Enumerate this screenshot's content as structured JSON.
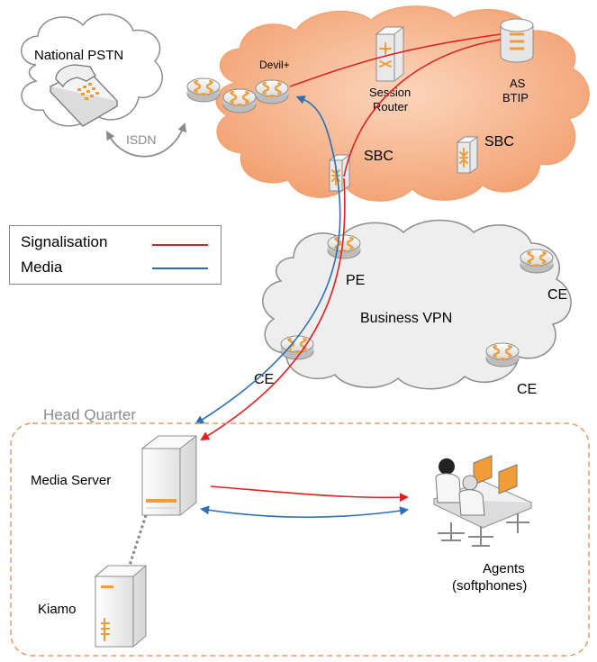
{
  "clouds": {
    "pstn": "National PSTN",
    "vpn": "Business VPN"
  },
  "labels": {
    "isdn": "ISDN",
    "devil": "Devil+",
    "session_router_1": "Session",
    "session_router_2": "Router",
    "as_1": "AS",
    "as_2": "BTIP",
    "sbc_left": "SBC",
    "sbc_right": "SBC",
    "pe": "PE",
    "ce_left": "CE",
    "ce_right_top": "CE",
    "ce_right_bottom": "CE",
    "head_quarter": "Head Quarter",
    "media_server": "Media Server",
    "kiamo": "Kiamo",
    "agents_1": "Agents",
    "agents_2": "(softphones)"
  },
  "legend": {
    "signalisation": "Signalisation",
    "media": "Media"
  },
  "colors": {
    "signalisation": "#e02020",
    "media": "#2d6fb5",
    "operator_cloud": "#f6b085",
    "vpn_cloud": "#eeeeee",
    "accent": "#f29c38"
  }
}
